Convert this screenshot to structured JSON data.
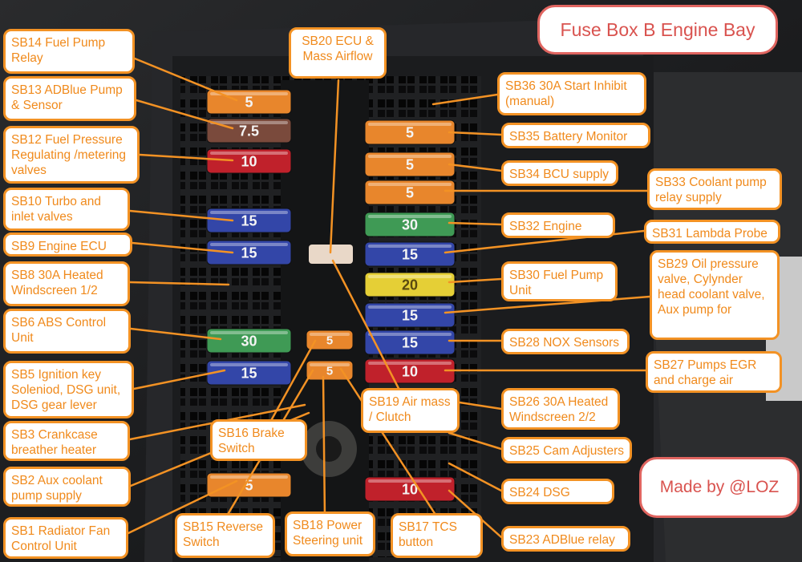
{
  "title": "Fuse Box B Engine Bay",
  "credit": "Made by @LOZ",
  "colors": {
    "label_text": "#f08a1c",
    "label_border": "#f39224",
    "title": "#d9534f",
    "leader": "#f39224"
  },
  "fuse_ratings": {
    "left": [
      "5",
      "7.5",
      "10",
      "15",
      "15",
      "30",
      "15",
      "5"
    ],
    "right": [
      "5",
      "5",
      "5",
      "30",
      "15",
      "20",
      "15",
      "15",
      "10",
      "10"
    ],
    "center": [
      "5",
      "5"
    ]
  },
  "labels": {
    "sb14": "SB14 Fuel Pump Relay",
    "sb13": "SB13 ADBlue Pump & Sensor",
    "sb12": "SB12  Fuel Pressure Regulating /metering valves",
    "sb10": "SB10 Turbo and inlet valves",
    "sb9": "SB9 Engine ECU",
    "sb8": "SB8 30A Heated Windscreen 1/2",
    "sb6": "SB6 ABS Control Unit",
    "sb5": "SB5 Ignition key Soleniod, DSG unit, DSG gear lever",
    "sb3": "SB3 Crankcase breather heater",
    "sb2": "SB2 Aux coolant pump supply",
    "sb1": "SB1 Radiator Fan Control Unit",
    "sb20": "SB20 ECU & Mass Airflow",
    "sb16": "SB16 Brake Switch",
    "sb15": "SB15 Reverse Switch",
    "sb18": "SB18 Power Steering unit",
    "sb19": "SB19 Air mass / Clutch",
    "sb17": "SB17 TCS button",
    "sb36": "SB36 30A Start Inhibit (manual)",
    "sb35": "SB35 Battery Monitor",
    "sb34": "SB34 BCU supply",
    "sb33": "SB33 Coolant pump relay supply",
    "sb32": "SB32 Engine ECU",
    "sb31": "SB31 Lambda Probe",
    "sb30": "SB30 Fuel Pump Unit",
    "sb29": "SB29 Oil pressure valve, Cylynder head coolant valve, Aux pump for",
    "sb28": "SB28 NOX Sensors",
    "sb27": "SB27 Pumps EGR and charge air",
    "sb26": "SB26 30A Heated Windscreen 2/2",
    "sb25": "SB25 Cam Adjusters",
    "sb24": "SB24 DSG",
    "sb23": "SB23 ADBlue relay"
  }
}
